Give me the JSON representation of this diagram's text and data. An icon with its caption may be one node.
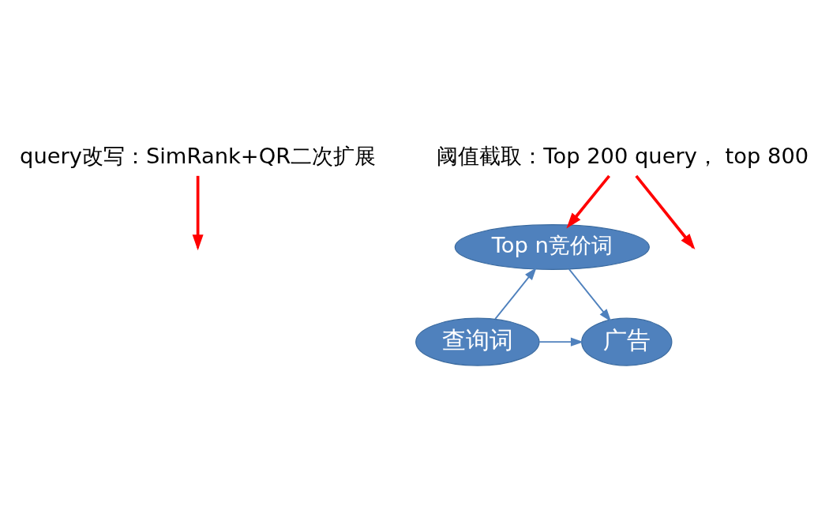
{
  "diagram": {
    "nodes": [
      {
        "text": [
          "query改写：SimRank+QR二次扩展"
        ]
      },
      {
        "text": [
          "阈值截取：Top 200 query， top 800"
        ]
      },
      {
        "text": [
          "Top n竞价词"
        ]
      },
      {
        "text": [
          "查询词"
        ]
      },
      {
        "text": [
          "广告"
        ]
      }
    ],
    "edges": [
      {
        "from": 3,
        "to": 2,
        "arrow": "to"
      },
      {
        "from": 3,
        "to": 4,
        "arrow": "to"
      },
      {
        "from": 2,
        "to": 4,
        "arrow": "to"
      },
      {
        "from": 0,
        "to": null,
        "arrow": "to",
        "style": "thick",
        "color": "#ff0000"
      },
      {
        "from": 1,
        "to": 2,
        "arrow": "to",
        "style": "thick",
        "color": "#ff0000"
      },
      {
        "from": 1,
        "to": null,
        "arrow": "to",
        "style": "thick",
        "color": "#ff0000"
      }
    ]
  }
}
